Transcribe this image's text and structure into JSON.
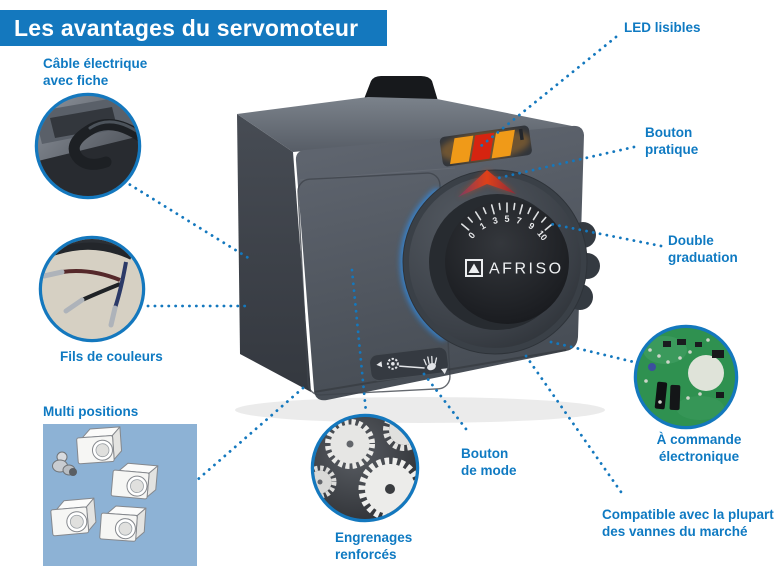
{
  "title": "Les avantages du servomoteur",
  "colors": {
    "accent_blue": "#1478be",
    "label_blue": "#0f7ac2",
    "led_orange": "#f09a18",
    "led_red": "#d62410",
    "multi_image_bg": "#8db2d5"
  },
  "device": {
    "brand": "AFRISO",
    "dial_numbers": [
      "0",
      "1",
      "3",
      "5",
      "7",
      "9",
      "10"
    ]
  },
  "callouts": {
    "cable": [
      "Câble électrique",
      "avec fiche"
    ],
    "led": [
      "LED lisibles"
    ],
    "button": [
      "Bouton",
      "pratique"
    ],
    "graduation": [
      "Double",
      "graduation"
    ],
    "wires": [
      "Fils de couleurs"
    ],
    "multi": [
      "Multi positions"
    ],
    "mode": [
      "Bouton",
      "de mode"
    ],
    "electronic": [
      "À commande",
      "électronique"
    ],
    "gears": [
      "Engrenages",
      "renforcés"
    ],
    "compatible": [
      "Compatible avec la plupart",
      "des vannes du marché"
    ]
  }
}
